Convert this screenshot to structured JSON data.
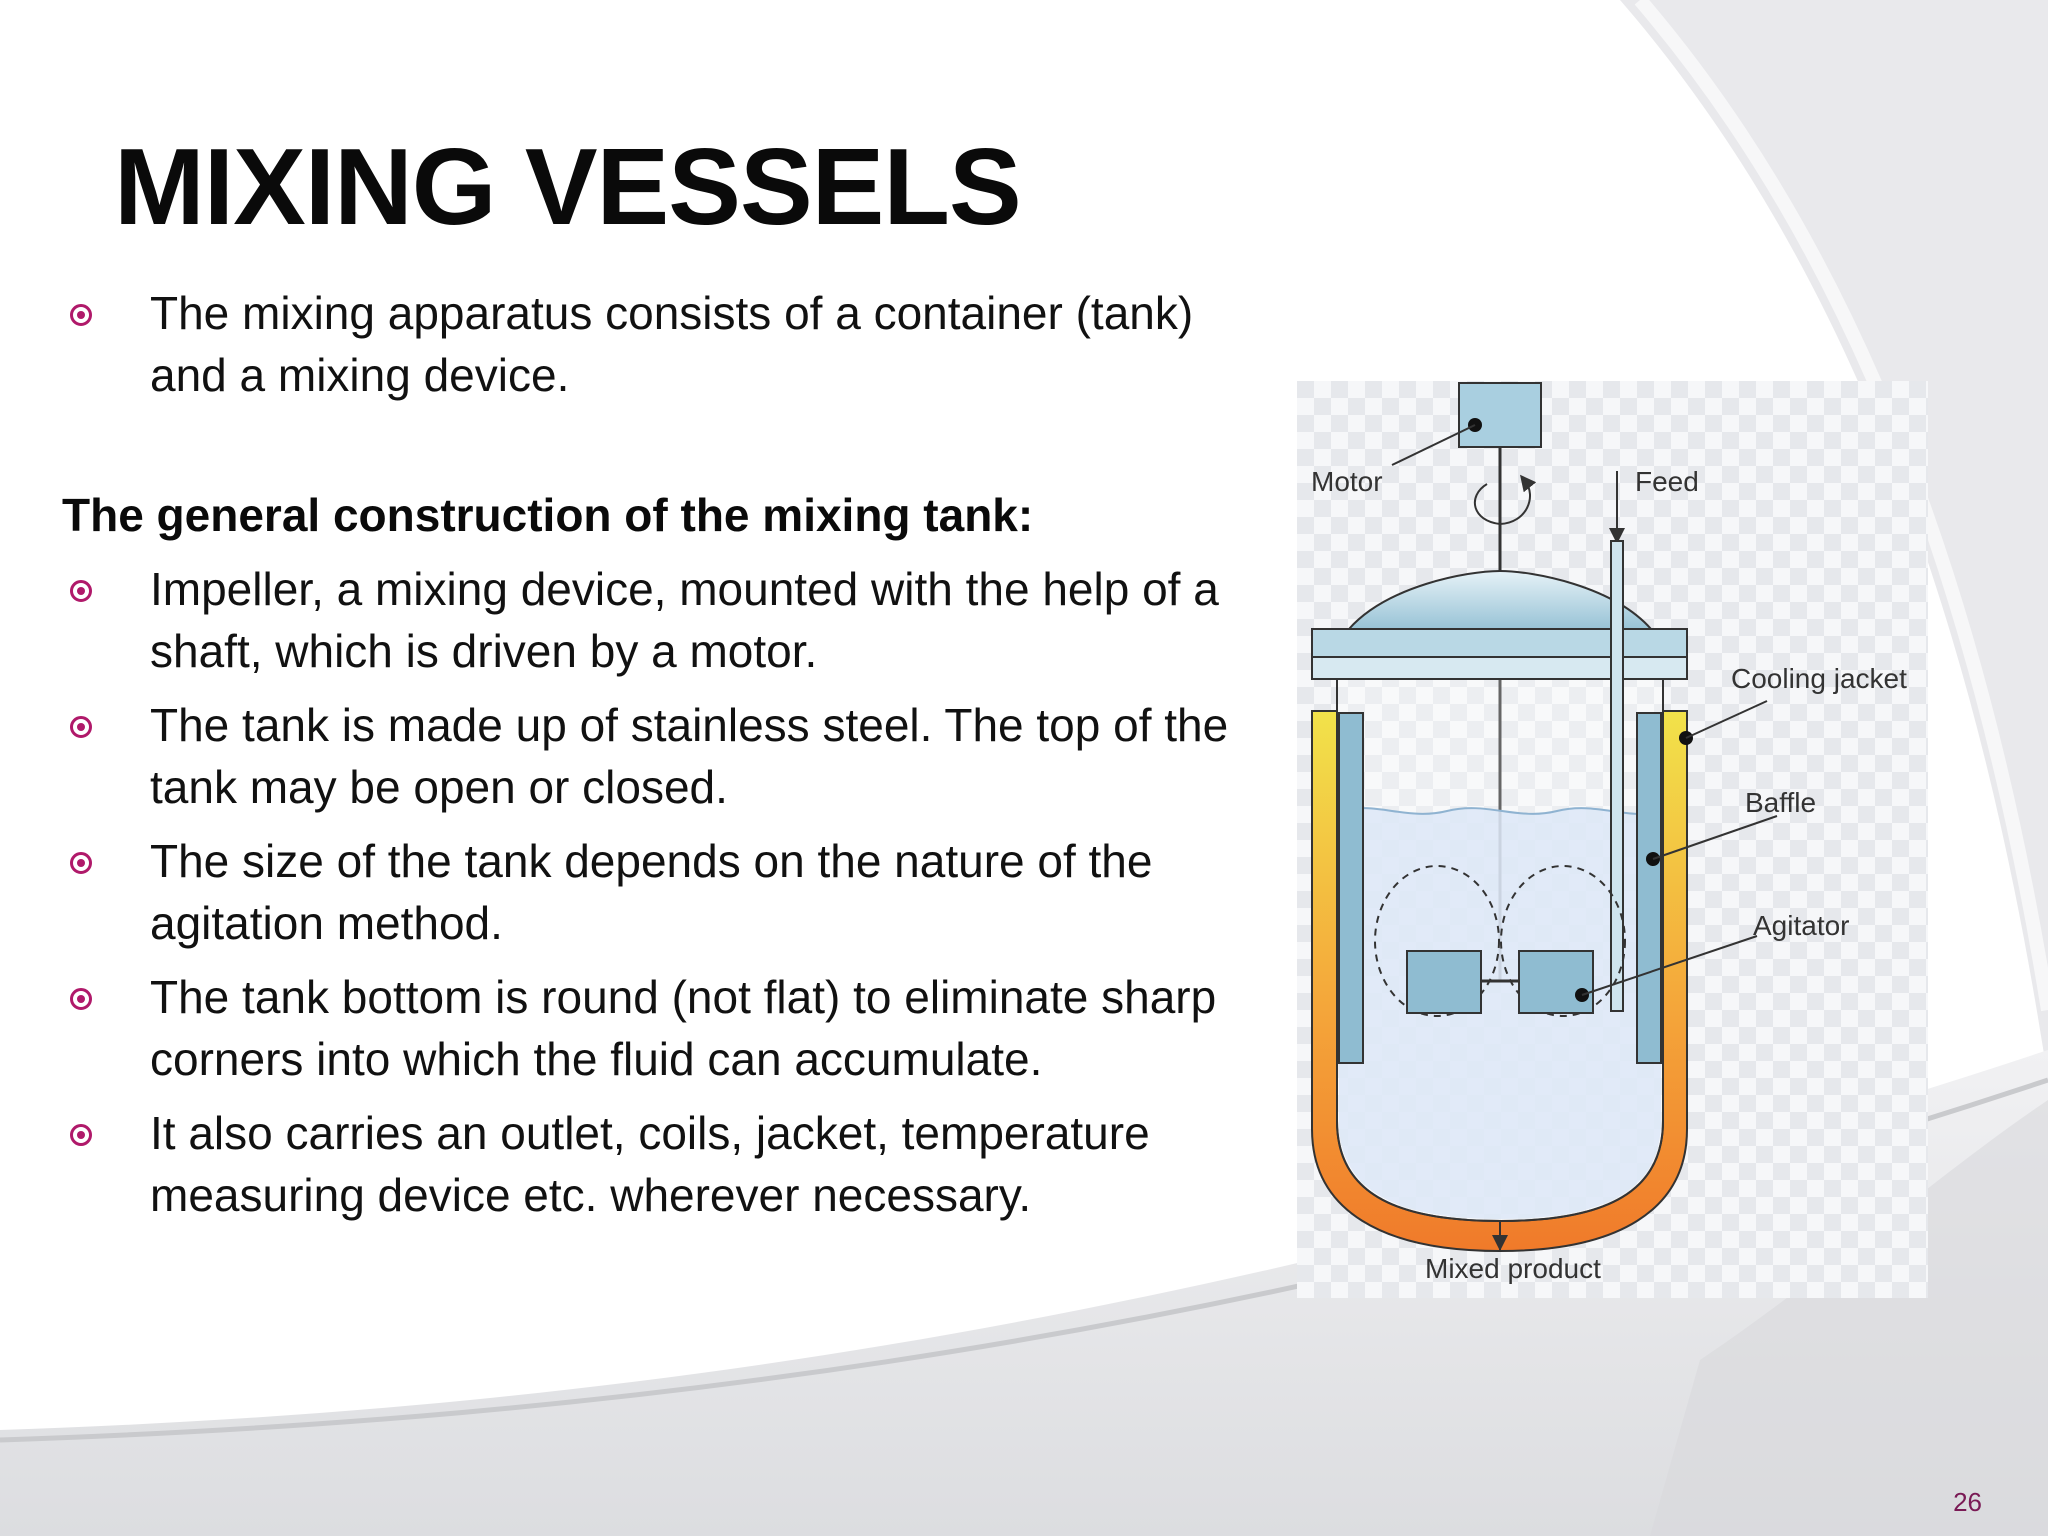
{
  "slide": {
    "title": "MIXING VESSELS",
    "intro_bullet": "The mixing apparatus consists of a container (tank) and a mixing device.",
    "subheading": "The general construction of the mixing tank:",
    "bullets": [
      "Impeller, a mixing device, mounted with the help of a shaft, which is driven by a motor.",
      "The tank is made up of stainless steel. The top of the tank may be open or closed.",
      "The size of the tank depends on the nature of the agitation method.",
      "The tank bottom is round (not flat) to eliminate sharp corners into which the fluid can accumulate.",
      "It also carries an outlet, coils, jacket, temperature measuring device etc. wherever necessary."
    ],
    "page_number": "26",
    "bullet_icon": "circled-dot-bullet-icon",
    "accent_color": "#b0196a"
  },
  "diagram": {
    "labels": {
      "motor": "Motor",
      "feed": "Feed",
      "cooling_jacket": "Cooling jacket",
      "baffle": "Baffle",
      "agitator": "Agitator",
      "mixed_product": "Mixed product"
    },
    "colors": {
      "jacket_top": "#f2e24a",
      "jacket_bottom": "#f07a2a",
      "metal": "#a9cfe0",
      "liquid": "#dde8f7",
      "outline": "#333333"
    }
  }
}
